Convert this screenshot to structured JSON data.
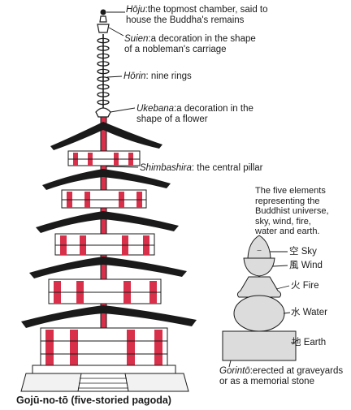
{
  "labels": {
    "hoju": {
      "term": "Hōju",
      "desc_line1": ":the topmost chamber, said to",
      "desc_line2": "house the Buddha's remains"
    },
    "suien": {
      "term": "Suien",
      "desc_line1": ":a decoration  in the shape",
      "desc_line2": "of a nobleman's carriage"
    },
    "horin": {
      "term": "Hōrin",
      "desc_line1": ":  nine rings"
    },
    "ukebana": {
      "term": "Ukebana",
      "desc_line1": ":a decoration  in  the",
      "desc_line2": "shape of a flower"
    },
    "shimbashira": {
      "term": "Shimbashira",
      "desc_line1": ":  the  central pillar"
    }
  },
  "five_elements_intro": [
    "The five elements",
    "representing the",
    "Buddhist universe,",
    "sky, wind, fire,",
    "water and earth."
  ],
  "elements": [
    {
      "kanji": "空",
      "name": "Sky"
    },
    {
      "kanji": "風",
      "name": "Wind"
    },
    {
      "kanji": "火",
      "name": "Fire"
    },
    {
      "kanji": "水",
      "name": "Water"
    },
    {
      "kanji": "地",
      "name": "Earth"
    }
  ],
  "gorinto": {
    "term": "Gorintō",
    "desc_line1": ":erected    at graveyards",
    "desc_line2": "or as a memorial stone"
  },
  "caption": "Gojū-no-tō (five-storied pagoda)",
  "colors": {
    "red": "#d8304a",
    "ink": "#1a1a1a",
    "stone": "#dcdcdc"
  }
}
